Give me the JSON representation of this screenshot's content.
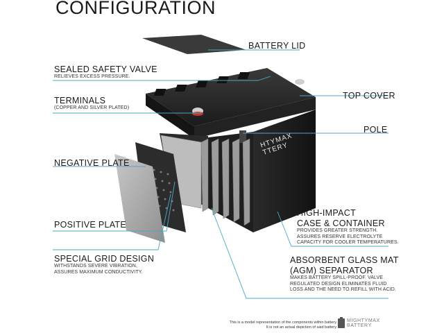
{
  "title": "CONFIGURATION",
  "labels": {
    "battery_lid": {
      "heading": "BATTERY LID"
    },
    "safety_valve": {
      "heading": "SEALED SAFETY VALVE",
      "sub": "RELIEVES EXCESS PRESSURE."
    },
    "terminals": {
      "heading": "TERMINALS",
      "sub": "(COPPER AND SILVER PLATED)"
    },
    "top_cover": {
      "heading": "TOP COVER"
    },
    "pole": {
      "heading": "POLE"
    },
    "negative_plate": {
      "heading": "NEGATIVE PLATE"
    },
    "positive_plate": {
      "heading": "POSITIVE PLATE"
    },
    "special_grid": {
      "heading": "SPECIAL GRID DESIGN",
      "sub1": "WITHSTANDS SEVERE VIBRATION,",
      "sub2": "ASSURES MAXIMUM CONDUCTIVITY."
    },
    "case": {
      "heading1": "HIGH-IMPACT",
      "heading2": "CASE & CONTAINER",
      "sub1": "PROVIDES GREATER STRENGTH.",
      "sub2": "ASSURES RESERVE ELECTROLYTE",
      "sub3": "CAPACITY FOR COOLER TEMPERATURES."
    },
    "agm": {
      "heading1": "ABSORBENT GLASS MAT",
      "heading2": "(AGM) SEPARATOR",
      "sub1": "MAKES BATTERY SPILL-PROOF. VALVE",
      "sub2": "REGULATED DESIGN ELIMINATES FLUID",
      "sub3": "LOSS AND THE NEED TO REFILL WITH ACID."
    }
  },
  "battery_front": {
    "brand_line1": "HTYMAX",
    "brand_line2": "TTERY"
  },
  "footer": {
    "note_line1": "This is a model representation of the components within battery.",
    "note_line2": "It is not an actual depiction of said battery.",
    "logo_line1": "MIGHTYMAX",
    "logo_line2": "BATTERY"
  },
  "colors": {
    "leader": "#4aa8c8",
    "battery_body": "#1c1c1c",
    "plate": "#a9a9a9"
  }
}
